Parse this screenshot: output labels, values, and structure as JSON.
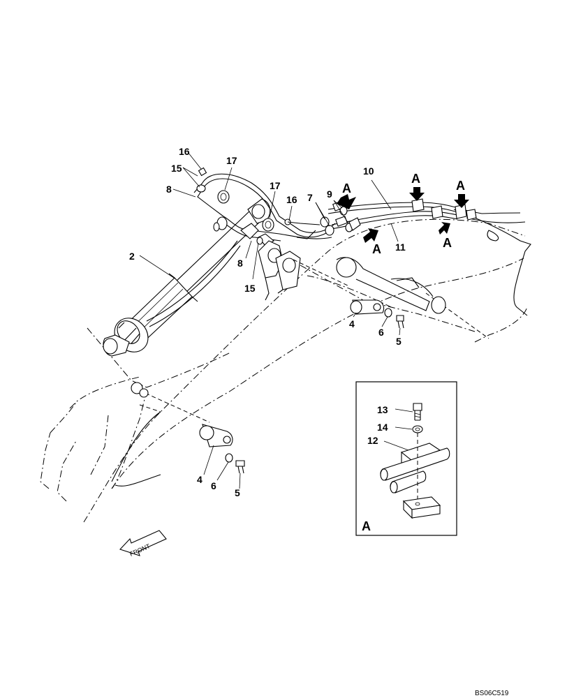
{
  "callouts": {
    "c2": "2",
    "c4a": "4",
    "c4b": "4",
    "c5a": "5",
    "c5b": "5",
    "c6a": "6",
    "c6b": "6",
    "c7": "7",
    "c8a": "8",
    "c8b": "8",
    "c9": "9",
    "c10": "10",
    "c11": "11",
    "c15a": "15",
    "c15b": "15",
    "c16a": "16",
    "c16b": "16",
    "c17a": "17",
    "c17b": "17"
  },
  "view_arrows": [
    "A",
    "A",
    "A",
    "A",
    "A"
  ],
  "detail": {
    "title": "A",
    "c12": "12",
    "c13": "13",
    "c14": "14"
  },
  "front_label": "FRONT",
  "drawing_code": "BS06C519"
}
